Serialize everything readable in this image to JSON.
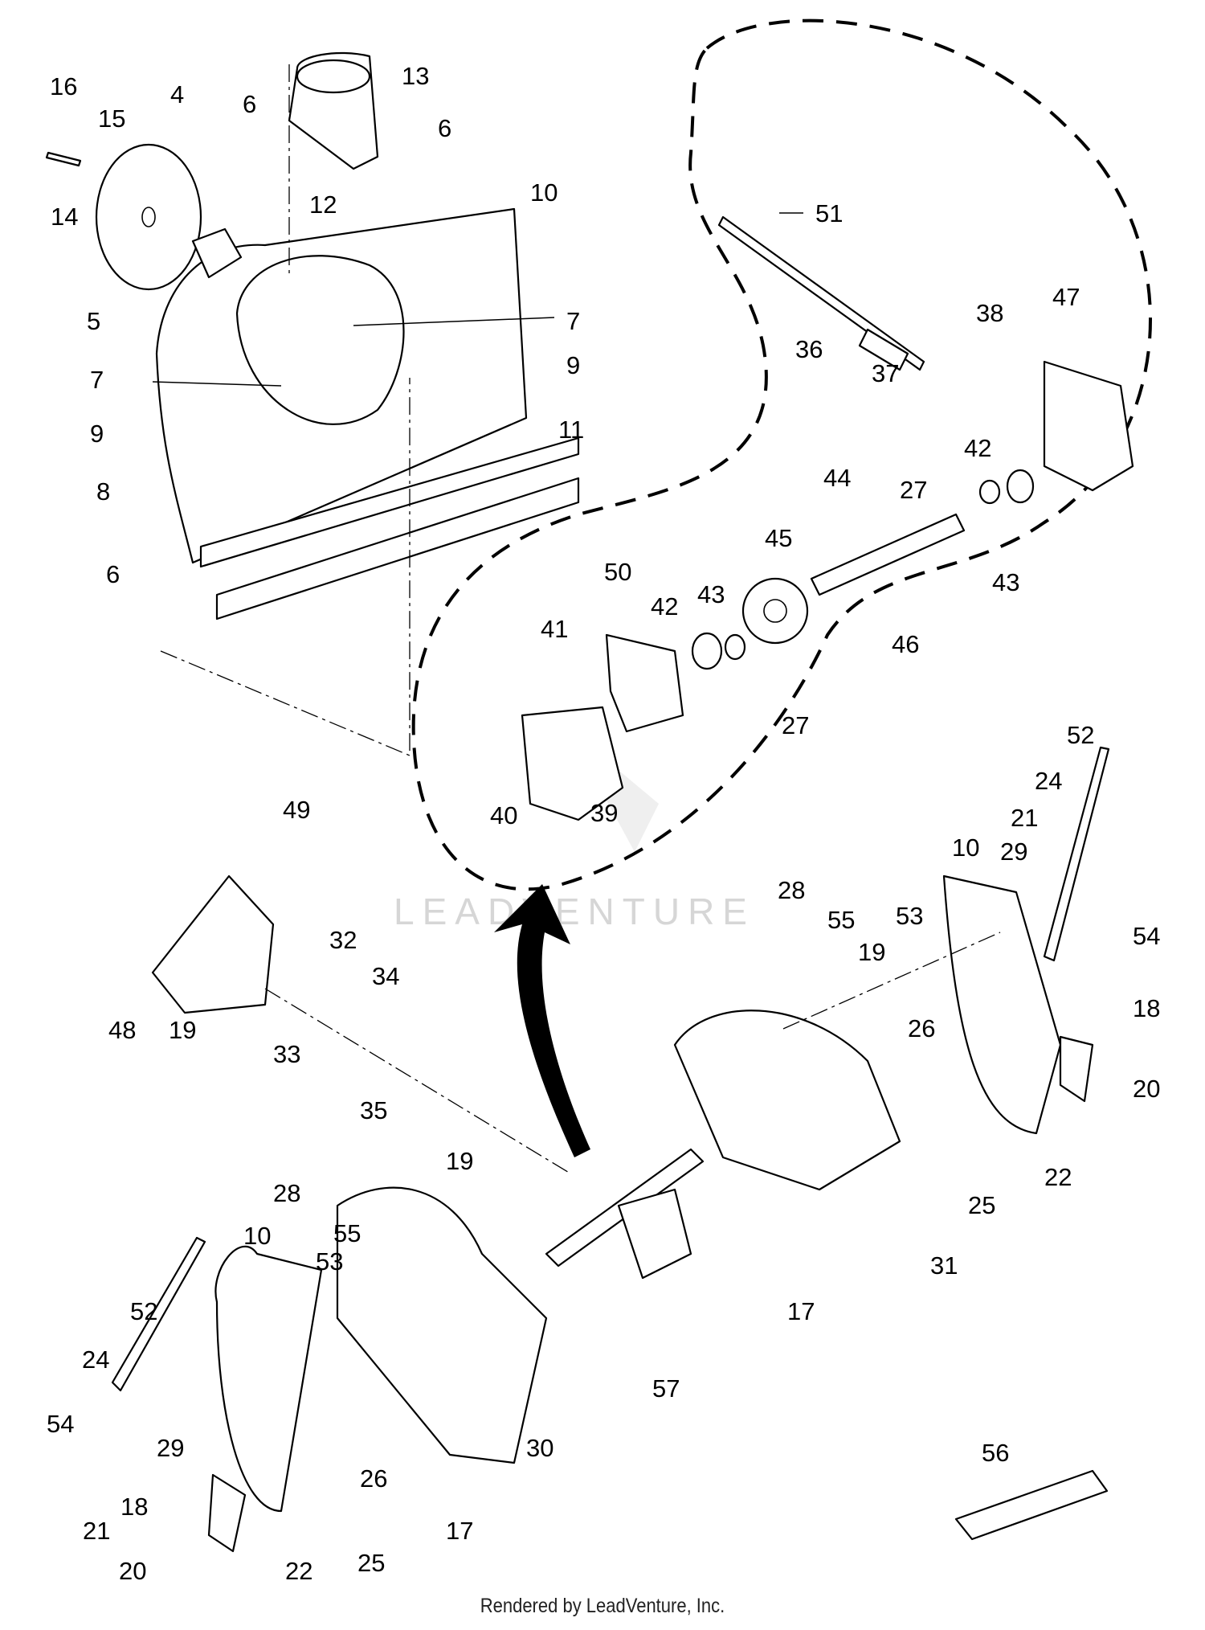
{
  "watermark": "LEADVENTURE",
  "footer": "Rendered by LeadVenture, Inc.",
  "callouts": [
    "16",
    "15",
    "4",
    "14",
    "5",
    "6",
    "13",
    "6",
    "12",
    "10",
    "7",
    "9",
    "7",
    "9",
    "11",
    "8",
    "6",
    "51",
    "36",
    "38",
    "37",
    "47",
    "42",
    "27",
    "44",
    "45",
    "43",
    "46",
    "50",
    "42",
    "43",
    "41",
    "27",
    "40",
    "39",
    "49",
    "48",
    "19",
    "32",
    "33",
    "34",
    "35",
    "28",
    "55",
    "19",
    "10",
    "53",
    "29",
    "21",
    "24",
    "52",
    "54",
    "18",
    "26",
    "20",
    "22",
    "25",
    "31",
    "17",
    "57",
    "30",
    "28",
    "55",
    "19",
    "10",
    "53",
    "52",
    "24",
    "54",
    "29",
    "18",
    "21",
    "26",
    "25",
    "17",
    "20",
    "22",
    "56"
  ]
}
